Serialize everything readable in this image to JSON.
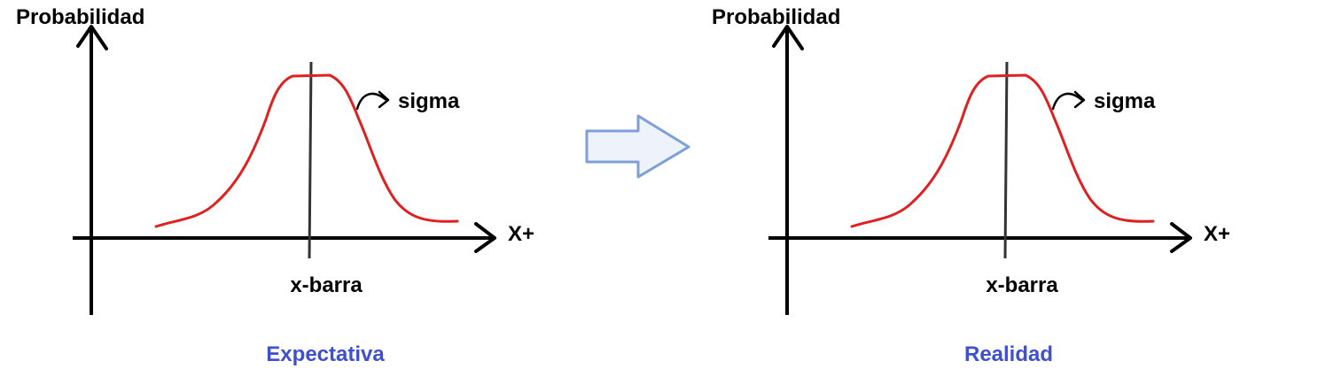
{
  "panels": [
    {
      "y_axis_label": "Probabilidad",
      "x_axis_label": "X+",
      "mean_label": "x-barra",
      "spread_label": "sigma",
      "caption": "Expectativa"
    },
    {
      "y_axis_label": "Probabilidad",
      "x_axis_label": "X+",
      "mean_label": "x-barra",
      "spread_label": "sigma",
      "caption": "Realidad"
    }
  ],
  "colors": {
    "curve": "#e02020",
    "axes": "#000000",
    "caption": "#3e4fcf",
    "arrow_fill": "#eef3fb",
    "arrow_stroke": "#7f9fd8"
  }
}
